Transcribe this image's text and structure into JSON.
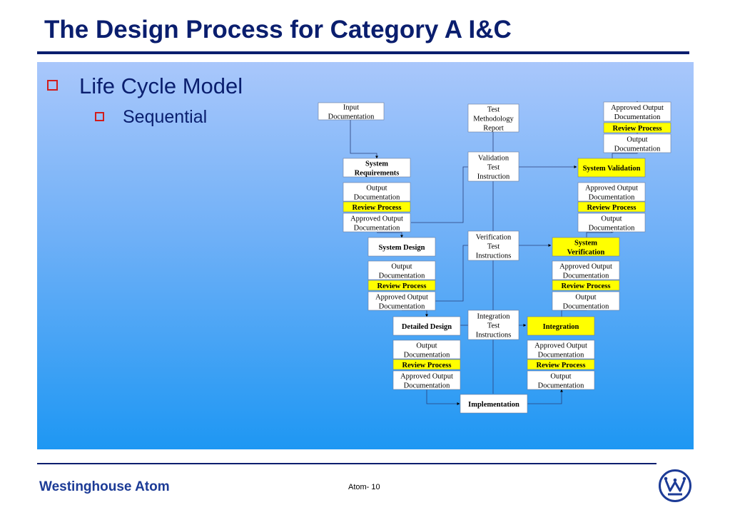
{
  "slide": {
    "title": "The Design Process for Category A I&C",
    "bullets": [
      {
        "text": "Life Cycle Model"
      },
      {
        "text": "Sequential"
      }
    ]
  },
  "diagram": {
    "boxes": {
      "input_doc": "Input\nDocumentation",
      "test_method": "Test\nMethodology\nReport",
      "approved_top": "Approved  Output\nDocumentation",
      "review_top": "Review Process",
      "output_top": "Output\nDocumentation",
      "sys_req": "System\nRequirements",
      "sr_output": "Output\nDocumentation",
      "sr_review": "Review Process",
      "sr_approved": "Approved Output\nDocumentation",
      "validation_test": "Validation\nTest\nInstruction",
      "sys_validation": "System Validation",
      "sv_approved": "Approved  Output\nDocumentation",
      "sv_review": "Review Process",
      "sv_output": "Output\nDocumentation",
      "sys_design": "System Design",
      "sd_output": "Output\nDocumentation",
      "sd_review": "Review Process",
      "sd_approved": "Approved Output\nDocumentation",
      "verification_test": "Verification\nTest\nInstructions",
      "sys_verification": "System\nVerification",
      "svf_approved": "Approved  Output\nDocumentation",
      "svf_review": "Review Process",
      "svf_output": "Output\nDocumentation",
      "detailed_design": "Detailed Design",
      "dd_output": "Output\nDocumentation",
      "dd_review": "Review Process",
      "dd_approved": "Approved Output\nDocumentation",
      "integration_test": "Integration\nTest\nInstructions",
      "integration": "Integration",
      "int_approved": "Approved  Output\nDocumentation",
      "int_review": "Review Process",
      "int_output": "Output\nDocumentation",
      "implementation": "Implementation"
    }
  },
  "footer": {
    "brand": "Westinghouse Atom",
    "page": "Atom- 10"
  },
  "colors": {
    "title": "#0a1e6e",
    "highlight": "#ffff00",
    "bullet": "#d11c1c",
    "brand": "#1c3b96"
  }
}
